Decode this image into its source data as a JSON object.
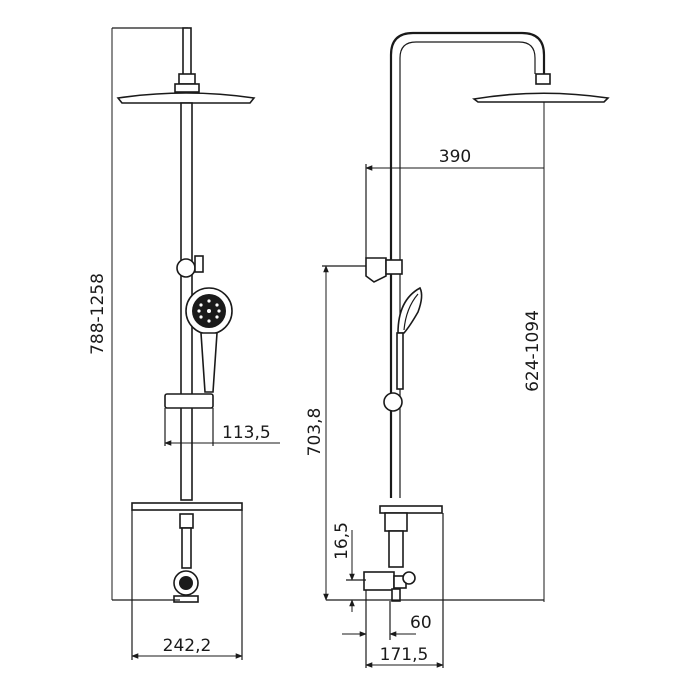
{
  "dimensions": {
    "front_total_height": "788-1258",
    "front_holder_offset": "113,5",
    "front_base_width": "242,2",
    "side_head_reach": "390",
    "side_column_height": "624-1094",
    "side_holder_height": "703,8",
    "side_mixer_offset": "16,5",
    "side_mixer_depth": "60",
    "side_base_depth": "171,5"
  },
  "colors": {
    "ink": "#1a1a1a",
    "paper": "#ffffff"
  }
}
